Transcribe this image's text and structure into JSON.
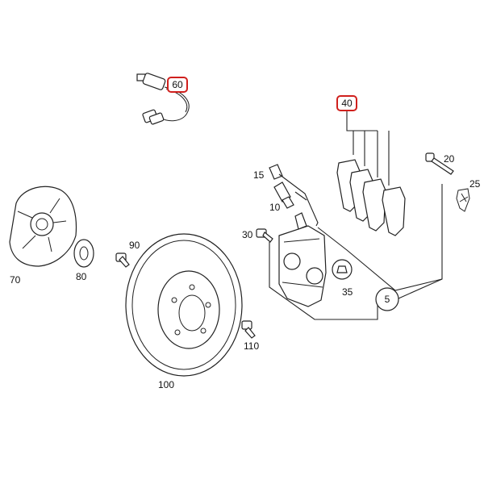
{
  "callouts": {
    "p60": "60",
    "p40": "40",
    "p20": "20",
    "p25": "25",
    "p15": "15",
    "p10": "10",
    "p30": "30",
    "p35": "35",
    "p5": "5",
    "p90": "90",
    "p70": "70",
    "p80": "80",
    "p110": "110",
    "p100": "100"
  },
  "highlighted_callouts": [
    "60",
    "40"
  ],
  "colors": {
    "highlight": "#d0201d",
    "line": "#222222",
    "background": "#ffffff"
  }
}
